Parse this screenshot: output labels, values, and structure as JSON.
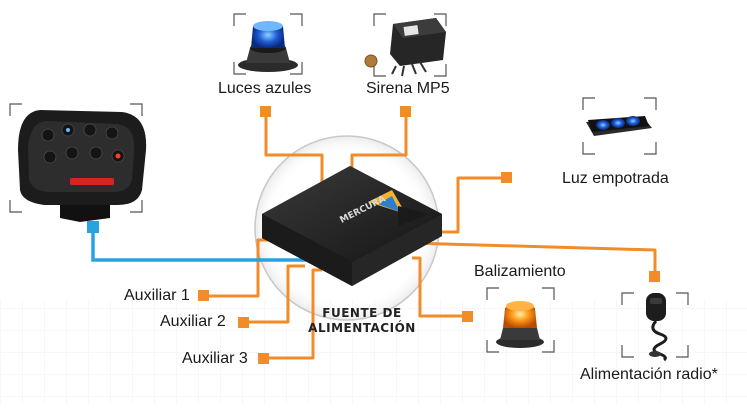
{
  "hub": {
    "brand": "MERCURA",
    "label_line1": "FUENTE DE",
    "label_line2": "ALIMENTACIÓN"
  },
  "devices": {
    "luces_azules": "Luces azules",
    "sirena": "Sirena MP5",
    "luz_empotrada": "Luz empotrada",
    "balizamiento": "Balizamiento",
    "alimentacion_radio": "Alimentación radio*",
    "auxiliar_1": "Auxiliar 1",
    "auxiliar_2": "Auxiliar 2",
    "auxiliar_3": "Auxiliar 3"
  },
  "colors": {
    "wire": "#f28c28",
    "control_wire": "#29a3e0",
    "beacon_blue": "#1e5bd6",
    "beacon_amber": "#ff8c00"
  }
}
